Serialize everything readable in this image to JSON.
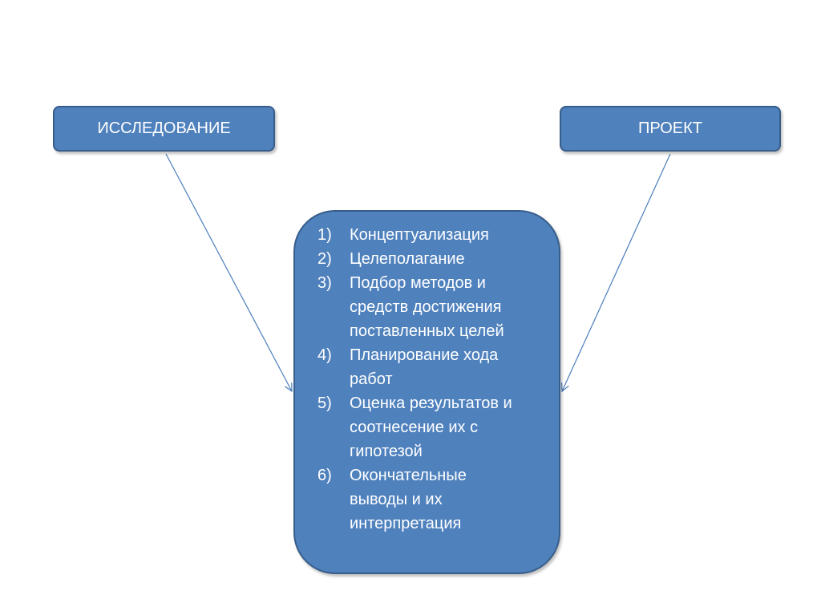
{
  "diagram": {
    "left_box": {
      "label": "ИССЛЕДОВАНИЕ"
    },
    "right_box": {
      "label": "ПРОЕКТ"
    },
    "steps": [
      {
        "num": "1)",
        "text": "Концептуализация"
      },
      {
        "num": "2)",
        "text": "Целеполагание"
      },
      {
        "num": "3)",
        "text": "Подбор методов и\nсредств достижения\nпоставленных целей"
      },
      {
        "num": "4)",
        "text": "Планирование хода\nработ"
      },
      {
        "num": "5)",
        "text": "Оценка результатов и\nсоотнесение их с\nгипотезой"
      },
      {
        "num": "6)",
        "text": "Окончательные\nвыводы и их\nинтерпретация"
      }
    ]
  },
  "colors": {
    "box_fill": "#4f81bd",
    "box_border": "#385d8a",
    "arrow": "#4a7ebb",
    "text": "#ffffff"
  }
}
